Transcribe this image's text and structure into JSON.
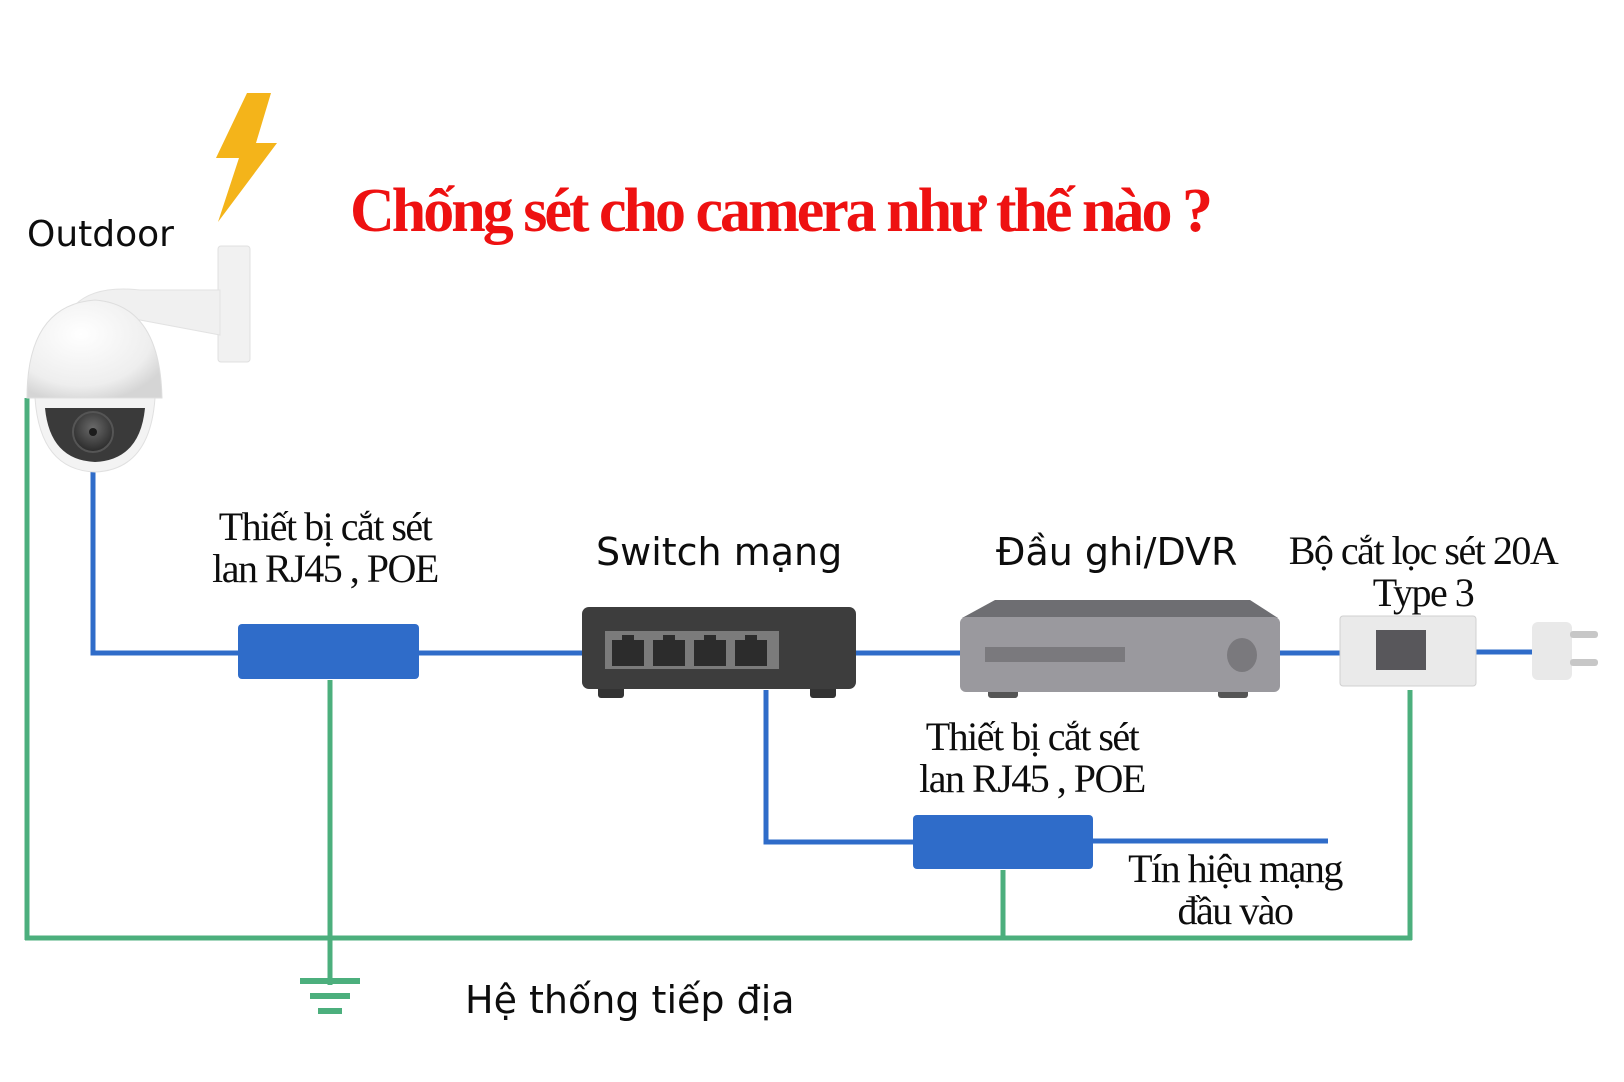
{
  "title": "Chống sét cho camera như thế nào ?",
  "labels": {
    "outdoor": "Outdoor",
    "arrester_1": [
      "Thiết bị cắt sét",
      "lan RJ45 , POE"
    ],
    "switch": "Switch mạng",
    "dvr": "Đầu ghi/DVR",
    "surge_filter": [
      "Bộ cắt lọc sét 20A",
      "Type 3"
    ],
    "arrester_2": [
      "Thiết bị cắt sét",
      "lan RJ45 , POE"
    ],
    "network_input": [
      "Tín hiệu mạng",
      "đầu vào"
    ],
    "grounding": "Hệ thống tiếp địa"
  },
  "icons": {
    "lightning": "lightning-bolt-icon",
    "camera": "ptz-dome-camera-icon",
    "switch": "network-switch-icon",
    "dvr": "dvr-recorder-icon",
    "surge_filter": "surge-filter-icon",
    "plug": "power-plug-icon",
    "ground": "ground-symbol-icon"
  },
  "switch_ports": 4,
  "colors": {
    "title": "#ee1111",
    "signal_line": "#2f6cc9",
    "ground_line": "#4caf7d",
    "arrester": "#2f6cc9",
    "lightning": "#f4b41a",
    "switch_body": "#3d3d3d",
    "dvr_body": "#9a999e"
  }
}
